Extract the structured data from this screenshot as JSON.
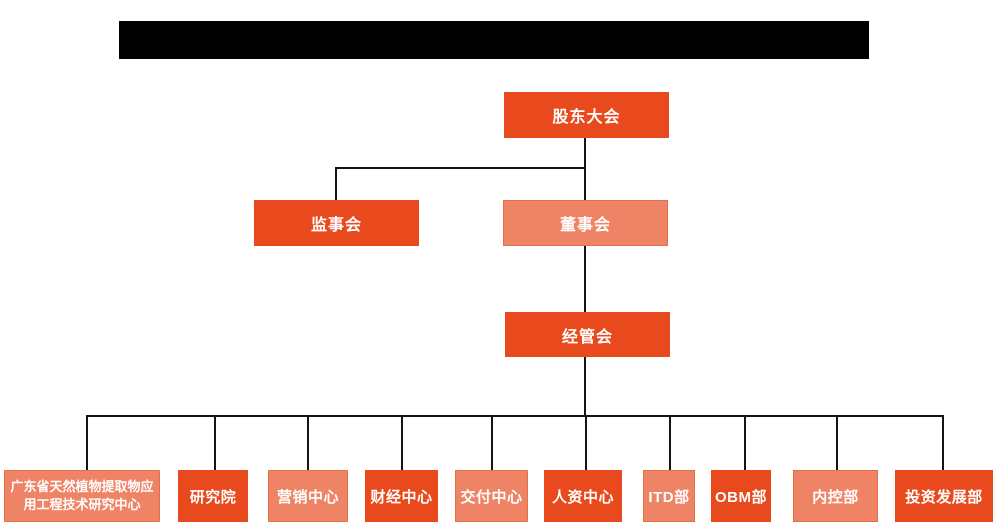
{
  "org_chart": {
    "redacted_title": {
      "description": "redacted-black-bar",
      "text": ""
    },
    "nodes": {
      "shareholders": {
        "label": "股东大会",
        "level": 1,
        "color": "#E8491D"
      },
      "supervisory": {
        "label": "监事会",
        "level": 2,
        "color": "#E8491D"
      },
      "board": {
        "label": "董事会",
        "level": 2,
        "color": "#EE8465"
      },
      "management": {
        "label": "经管会",
        "level": 3,
        "color": "#E8491D"
      }
    },
    "departments": [
      {
        "label": "广东省天然植物提取物应用工程技术研究中心",
        "color": "#EE8465"
      },
      {
        "label": "研究院",
        "color": "#E8491D"
      },
      {
        "label": "营销中心",
        "color": "#EE8465"
      },
      {
        "label": "财经中心",
        "color": "#E8491D"
      },
      {
        "label": "交付中心",
        "color": "#EE8465"
      },
      {
        "label": "人资中心",
        "color": "#E8491D"
      },
      {
        "label": "ITD部",
        "color": "#EE8465"
      },
      {
        "label": "OBM部",
        "color": "#E8491D"
      },
      {
        "label": "内控部",
        "color": "#EE8465"
      },
      {
        "label": "投资发展部",
        "color": "#E8491D"
      }
    ],
    "hierarchy": [
      {
        "parent": "股东大会",
        "children": [
          "监事会",
          "董事会"
        ]
      },
      {
        "parent": "董事会",
        "children": [
          "经管会"
        ]
      },
      {
        "parent": "经管会",
        "children": [
          "广东省天然植物提取物应用工程技术研究中心",
          "研究院",
          "营销中心",
          "财经中心",
          "交付中心",
          "人资中心",
          "ITD部",
          "OBM部",
          "内控部",
          "投资发展部"
        ]
      }
    ],
    "colors": {
      "primary_dark": "#E8491D",
      "primary_light": "#EE8465",
      "connector": "#141414",
      "text": "#FFFFFF",
      "redaction": "#000000",
      "background": "#FFFFFF"
    }
  }
}
